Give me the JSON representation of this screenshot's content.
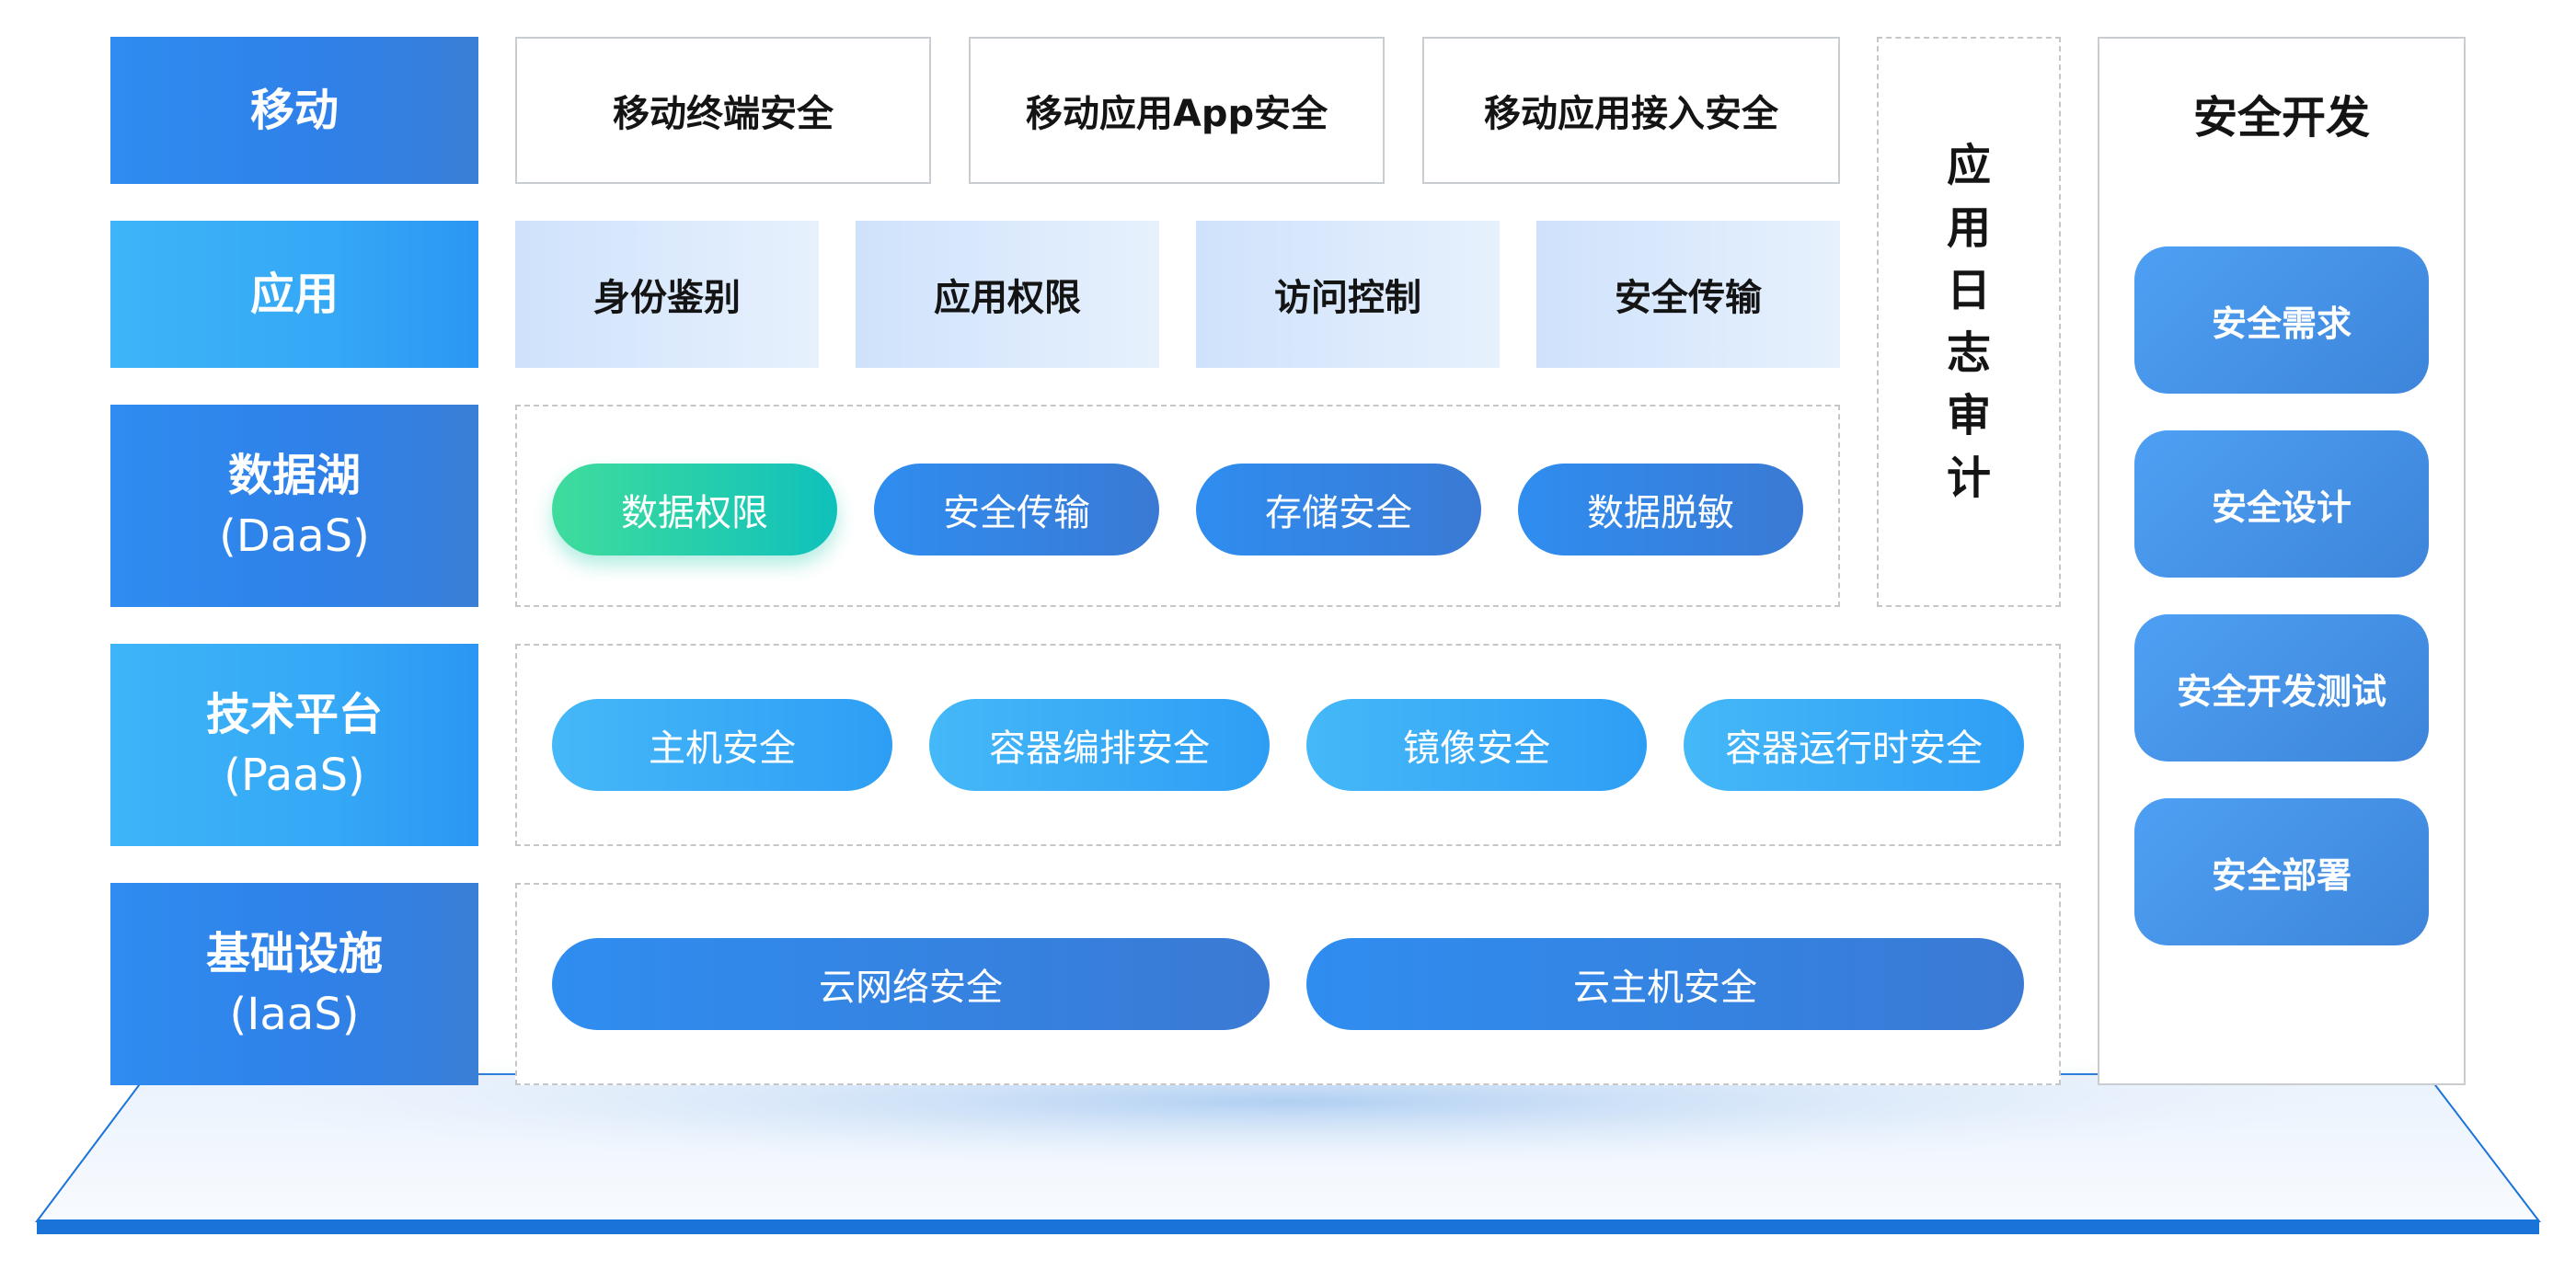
{
  "colors": {
    "primary_blue": "#2f8cf0",
    "light_blue": "#3db5f8",
    "green": "#1fcfae",
    "border_gray": "#c9ccd1",
    "text_dark": "#141414",
    "platform_edge": "#1a73d9"
  },
  "layers": [
    {
      "name": "移动",
      "sub": ""
    },
    {
      "name": "应用",
      "sub": ""
    },
    {
      "name": "数据湖",
      "sub": "(DaaS)"
    },
    {
      "name": "技术平台",
      "sub": "(PaaS)"
    },
    {
      "name": "基础设施",
      "sub": "(IaaS)"
    }
  ],
  "mobile": [
    "移动终端安全",
    "移动应用App安全",
    "移动应用接入安全"
  ],
  "application": [
    "身份鉴别",
    "应用权限",
    "访问控制",
    "安全传输"
  ],
  "daas": [
    "数据权限",
    "安全传输",
    "存储安全",
    "数据脱敏"
  ],
  "paas": [
    "主机安全",
    "容器编排安全",
    "镜像安全",
    "容器运行时安全"
  ],
  "iaas": [
    "云网络安全",
    "云主机安全"
  ],
  "log_audit": [
    "应",
    "用",
    "日",
    "志",
    "审",
    "计"
  ],
  "secure_dev": {
    "title": "安全开发",
    "items": [
      "安全需求",
      "安全设计",
      "安全开发测试",
      "安全部署"
    ]
  }
}
